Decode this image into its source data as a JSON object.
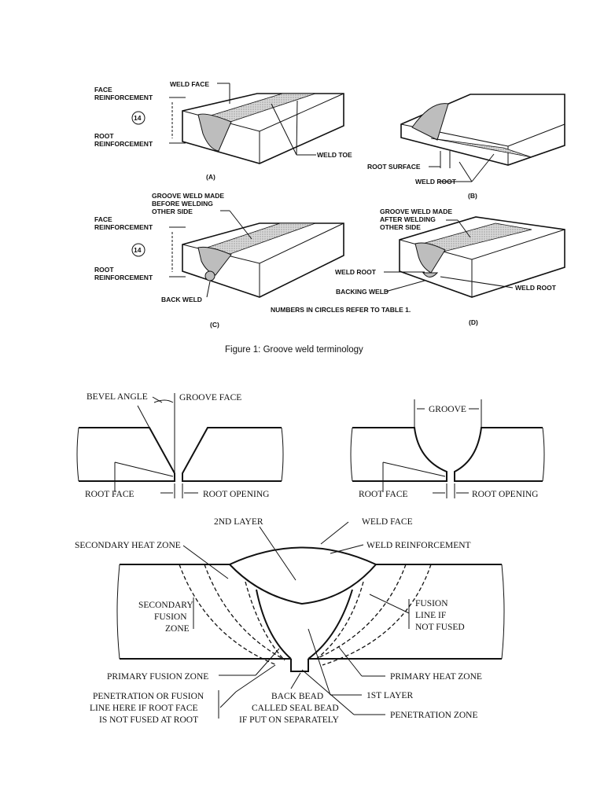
{
  "figure1": {
    "A": {
      "id": "(A)",
      "face_reinforcement": [
        "FACE",
        "REINFORCEMENT"
      ],
      "root_reinforcement": [
        "ROOT",
        "REINFORCEMENT"
      ],
      "circle_num": "14",
      "weld_face": "WELD FACE",
      "weld_toe": "WELD TOE"
    },
    "B": {
      "id": "(B)",
      "root_surface": "ROOT SURFACE",
      "weld_root": "WELD ROOT"
    },
    "C": {
      "id": "(C)",
      "groove_note": [
        "GROOVE WELD MADE",
        "BEFORE WELDING",
        "OTHER SIDE"
      ],
      "face_reinforcement": [
        "FACE",
        "REINFORCEMENT"
      ],
      "root_reinforcement": [
        "ROOT",
        "REINFORCEMENT"
      ],
      "circle_num": "14",
      "back_weld": "BACK WELD"
    },
    "D": {
      "id": "(D)",
      "groove_note": [
        "GROOVE WELD MADE",
        "AFTER WELDING",
        "OTHER SIDE"
      ],
      "weld_root_left": "WELD ROOT",
      "backing_weld": "BACKING WELD",
      "weld_root_right": "WELD ROOT"
    },
    "note": "NUMBERS IN CIRCLES REFER TO TABLE 1.",
    "caption": "Figure 1: Groove weld terminology"
  },
  "joints": {
    "bevel_angle": "BEVEL ANGLE",
    "groove_face": "GROOVE FACE",
    "root_face_left": "ROOT FACE",
    "root_opening_left": "ROOT OPENING",
    "groove": "GROOVE",
    "root_face_right": "ROOT FACE",
    "root_opening_right": "ROOT OPENING"
  },
  "cross_section": {
    "second_layer": "2ND LAYER",
    "weld_face": "WELD FACE",
    "secondary_heat_zone": "SECONDARY HEAT ZONE",
    "weld_reinforcement": "WELD REINFORCEMENT",
    "secondary_fusion_zone": [
      "SECONDARY",
      "FUSION",
      "ZONE"
    ],
    "fusion_line": [
      "FUSION",
      "LINE IF",
      "NOT FUSED"
    ],
    "primary_fusion_zone": "PRIMARY FUSION ZONE",
    "primary_heat_zone": "PRIMARY HEAT ZONE",
    "penetration_note": [
      "PENETRATION OR FUSION",
      "LINE HERE IF ROOT FACE",
      "IS NOT FUSED AT ROOT"
    ],
    "back_bead": [
      "BACK BEAD",
      "CALLED SEAL BEAD",
      "IF PUT ON SEPARATELY"
    ],
    "first_layer": "1ST LAYER",
    "penetration_zone": "PENETRATION ZONE"
  }
}
